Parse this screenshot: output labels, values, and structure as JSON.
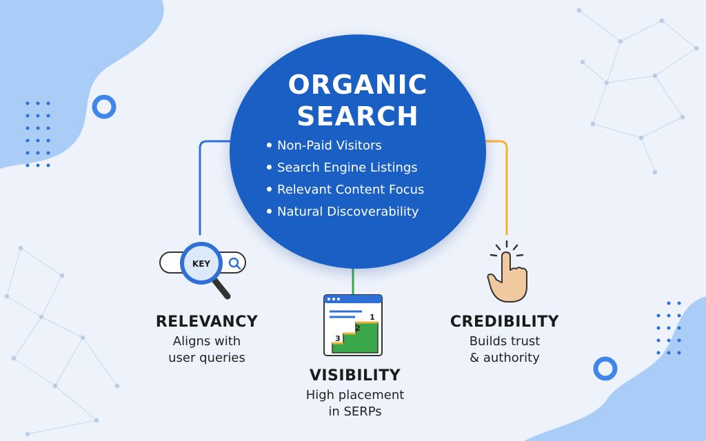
{
  "hub": {
    "title_line1": "ORGANIC",
    "title_line2": "SEARCH",
    "bullets": [
      "Non-Paid Visitors",
      "Search Engine Listings",
      "Relevant Content Focus",
      "Natural Discoverability"
    ]
  },
  "pillars": {
    "relevancy": {
      "title": "RELEVANCY",
      "line1": "Aligns with",
      "line2": "user queries",
      "icon_label": "KEY"
    },
    "visibility": {
      "title": "VISIBILITY",
      "line1": "High placement",
      "line2": "in SERPs",
      "ranks": [
        "1",
        "2",
        "3"
      ]
    },
    "credibility": {
      "title": "CREDIBILITY",
      "line1": "Builds trust",
      "line2": "& authority"
    }
  },
  "colors": {
    "hub": "#1a5fc4",
    "line_left": "#2f6fd6",
    "line_center": "#3aa84a",
    "line_right": "#f2b233",
    "blob": "#a9cdf6",
    "accent_blue": "#2f6fd6",
    "stair_green": "#3aa84a"
  },
  "icons": {
    "relevancy": "magnifier-search-bar-icon",
    "visibility": "serp-ranking-stairs-icon",
    "credibility": "pointing-hand-click-icon"
  }
}
